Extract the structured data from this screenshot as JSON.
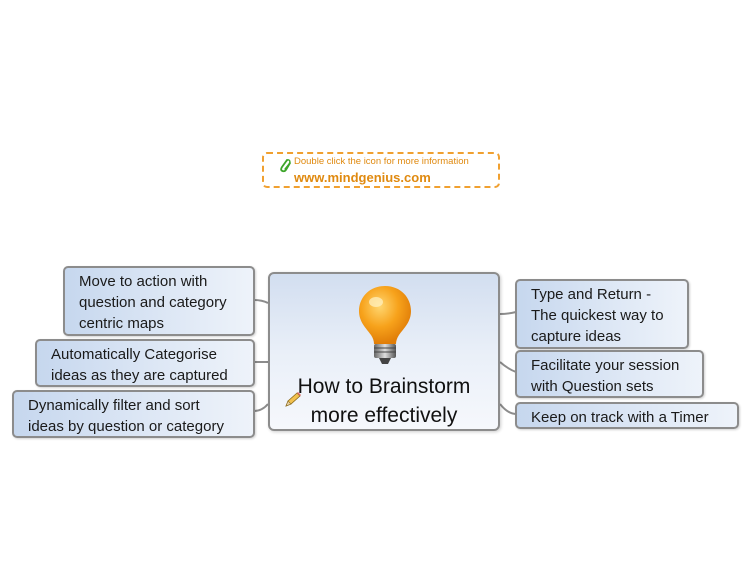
{
  "note": {
    "line1": "Double click the icon for more information",
    "line2": "www.mindgenius.com"
  },
  "central": {
    "title_line1": "How to Brainstorm",
    "title_line2": "more effectively"
  },
  "collapse_marker": "-",
  "left_branches": [
    {
      "lines": [
        "Move to action with",
        "question and category",
        "centric maps"
      ]
    },
    {
      "lines": [
        "Automatically Categorise",
        "ideas as they are captured"
      ]
    },
    {
      "lines": [
        "Dynamically filter and sort",
        "ideas by question or category"
      ]
    }
  ],
  "right_branches": [
    {
      "lines": [
        "Type and Return -",
        "The quickest way to",
        "capture ideas"
      ]
    },
    {
      "lines": [
        "Facilitate your session",
        "with Question sets"
      ]
    },
    {
      "lines": [
        "Keep on track with a Timer"
      ]
    }
  ],
  "colors": {
    "node_border": "#8c8c8c",
    "node_fill": "#c6d7ee",
    "note_border": "#f0a030",
    "note_text": "#e08a10",
    "bulb": "#f7a21b"
  }
}
